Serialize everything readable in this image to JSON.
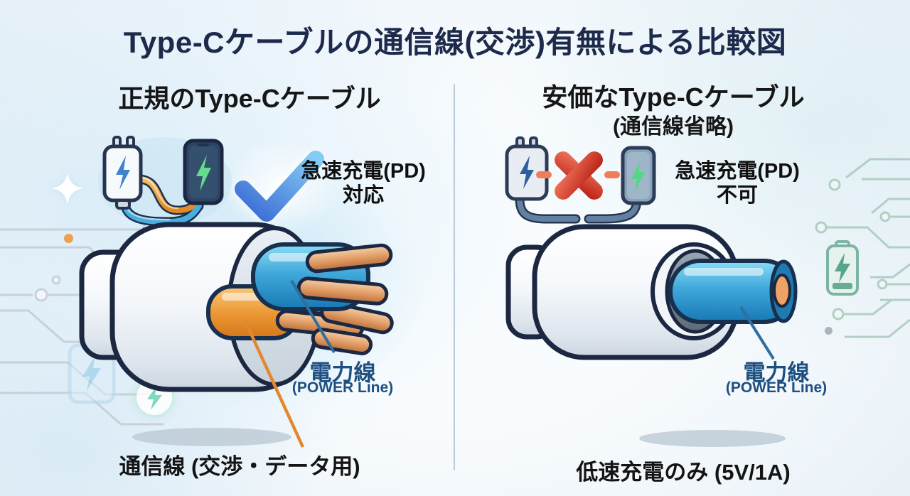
{
  "title": "Type-Cケーブルの通信線(交渉)有無による比較図",
  "left": {
    "heading": "正規のType-Cケーブル",
    "result_line1": "急速充電(PD)",
    "result_line2": "対応",
    "power_label": "電力線",
    "power_label_en": "(POWER Line)",
    "comm_label": "通信線 (交渉・データ用)"
  },
  "right": {
    "heading": "安価なType-Cケーブル",
    "subheading": "(通信線省略)",
    "result_line1": "急速充電(PD)",
    "result_line2": "不可",
    "power_label": "電力線",
    "power_label_en": "(POWER Line)",
    "bottom_label": "低速充電のみ (5V/1A)"
  },
  "icons": {
    "check-icon": "blue gradient checkmark",
    "cross-icon": "red X between broken cable dashes",
    "charger-icon": "wall charger with lightning bolt",
    "phone-icon": "smartphone with lightning bolt",
    "battery-icon": "battery with lightning bolt",
    "bolt-icon": "lightning bolt in circle",
    "sparkle-icon": "four-point star",
    "circuit-icon": "circuit board traces"
  },
  "colors": {
    "title_text": "#1d2a4b",
    "heading_text": "#161616",
    "power_label_text": "#1d4f80",
    "check_blue": "#4a90e2",
    "cross_red": "#d12f23",
    "wire_blue": "#2e9ad4",
    "wire_orange": "#e8912c",
    "copper": "#dd9560",
    "divider": "#b9c9d6"
  }
}
